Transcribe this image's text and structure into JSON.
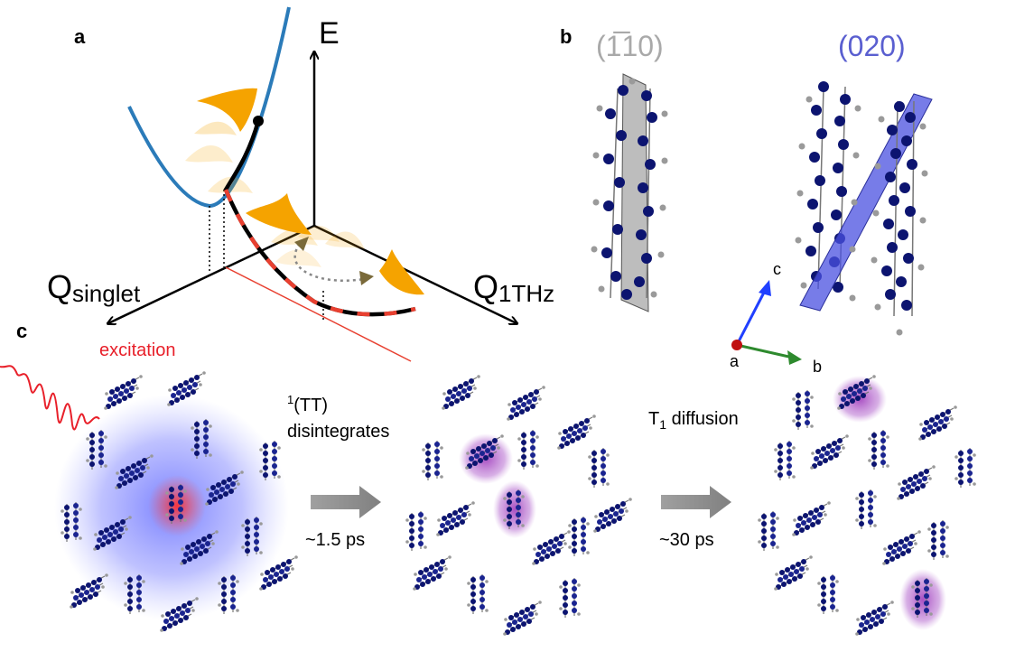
{
  "panels": {
    "a": "a",
    "b": "b",
    "c": "c"
  },
  "panel_a": {
    "energy_axis": "E",
    "q_singlet_main": "Q",
    "q_singlet_sub": "singlet",
    "q_thz_main": "Q",
    "q_thz_sub": "1THz"
  },
  "panel_b": {
    "plane_1": "(1̅10)",
    "plane_2": "(020)",
    "axis_a": "a",
    "axis_b": "b",
    "axis_c": "c",
    "colors": {
      "plane_1": "#a9a9a9",
      "plane_2": "#5a5fd0",
      "atom": "#0c1470"
    }
  },
  "panel_c": {
    "excitation": "excitation",
    "tt_label_sup": "1",
    "tt_label": "(TT)",
    "tt_label_2": "disintegrates",
    "step1_time": "~1.5 ps",
    "diffusion_main": "T",
    "diffusion_sub": "1",
    "diffusion_rest": " diffusion",
    "step2_time": "~30 ps",
    "colors": {
      "excitation": "#e8202a",
      "glow_blue": "#6a72ff",
      "triplet": "#a040c0",
      "arrow": "#909090"
    }
  },
  "colors": {
    "curve_blue": "#2b7bb9",
    "wavepacket": "#f5a300",
    "path_red": "#e84030"
  }
}
